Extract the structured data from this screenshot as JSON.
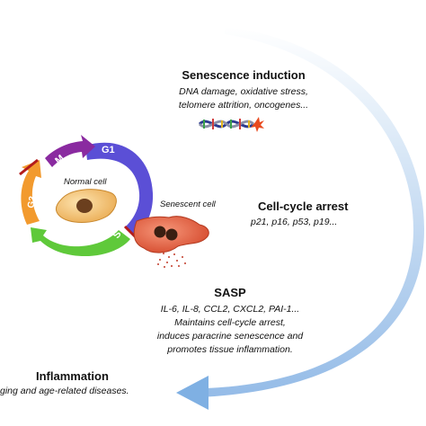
{
  "senescence_induction": {
    "title": "Senescence induction",
    "lines": [
      "DNA damage, oxidative stress,",
      "telomere attrition, oncogenes..."
    ],
    "icon": "dna-helix-icon"
  },
  "cell_cycle": {
    "phases": [
      "G1",
      "S",
      "G2",
      "M"
    ],
    "normal_cell_label": "Normal cell",
    "senescent_cell_label": "Senescent cell"
  },
  "cell_cycle_arrest": {
    "title": "Cell-cycle arrest",
    "subtitle": "p21, p16, p53, p19..."
  },
  "sasp": {
    "title": "SASP",
    "lines": [
      "IL-6, IL-8, CCL2, CXCL2, PAI-1...",
      "Maintains cell-cycle arrest,",
      "induces paracrine senescence and",
      "promotes tissue inflammation."
    ]
  },
  "inflammation": {
    "title": "Inflammation",
    "subtitle": "ging and age-related diseases."
  },
  "colors": {
    "g1": "#5b4fd6",
    "s": "#5fc93a",
    "g2": "#f29a2e",
    "m": "#8a2aa0",
    "big_arrow": "#9ec3ea",
    "normal_cell": "#f2c277",
    "senescent_cell": "#e8623e",
    "block": "#b31b1b"
  }
}
